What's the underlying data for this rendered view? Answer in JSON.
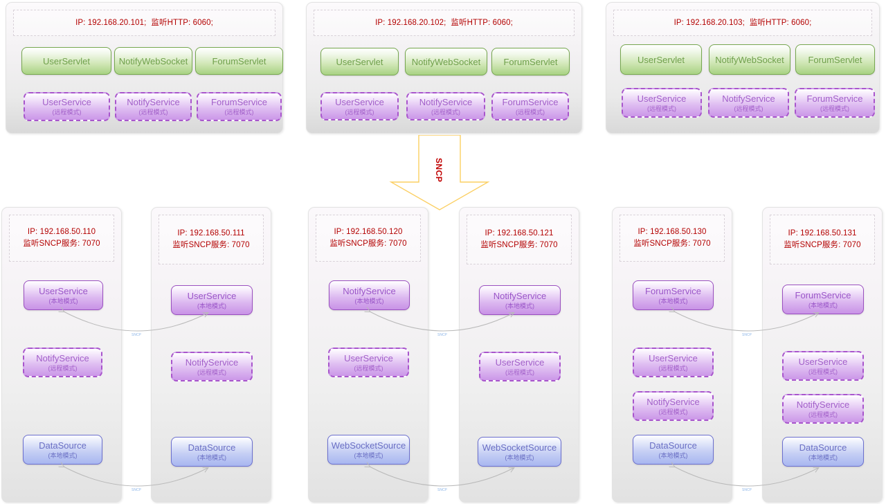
{
  "diagram": {
    "protocol_label": "SNCP",
    "link_label": "SNCP",
    "colors": {
      "ip_text": "#b30000",
      "servlet": "#6fa04b",
      "service": "#9a55c8",
      "datasource": "#6a6fc4",
      "arrow": "#ffd966",
      "link": "#b9b9b9"
    }
  },
  "web_tier": [
    {
      "ip": "IP: 192.168.20.101;",
      "port": "监听HTTP: 6060;",
      "servlets": [
        {
          "name": "UserServlet"
        },
        {
          "name": "NotifyWebSocket"
        },
        {
          "name": "ForumServlet"
        }
      ],
      "services": [
        {
          "name": "UserService",
          "mode": "(远程模式)"
        },
        {
          "name": "NotifyService",
          "mode": "(远程模式)"
        },
        {
          "name": "ForumService",
          "mode": "(远程模式)"
        }
      ]
    },
    {
      "ip": "IP: 192.168.20.102;",
      "port": "监听HTTP: 6060;",
      "servlets": [
        {
          "name": "UserServlet"
        },
        {
          "name": "NotifyWebSocket"
        },
        {
          "name": "ForumServlet"
        }
      ],
      "services": [
        {
          "name": "UserService",
          "mode": "(远程模式)"
        },
        {
          "name": "NotifyService",
          "mode": "(远程模式)"
        },
        {
          "name": "ForumService",
          "mode": "(远程模式)"
        }
      ]
    },
    {
      "ip": "IP: 192.168.20.103;",
      "port": "监听HTTP: 6060;",
      "servlets": [
        {
          "name": "UserServlet"
        },
        {
          "name": "NotifyWebSocket"
        },
        {
          "name": "ForumServlet"
        }
      ],
      "services": [
        {
          "name": "UserService",
          "mode": "(远程模式)"
        },
        {
          "name": "NotifyService",
          "mode": "(远程模式)"
        },
        {
          "name": "ForumService",
          "mode": "(远程模式)"
        }
      ]
    }
  ],
  "service_tier": [
    {
      "ip": "IP: 192.168.50.110",
      "port": "监听SNCP服务: 7070",
      "nodes": [
        {
          "name": "UserService",
          "mode": "(本地模式)",
          "style": "purple-solid"
        },
        {
          "name": "NotifyService",
          "mode": "(远程模式)",
          "style": "purple-dashed"
        },
        {
          "name": "DataSource",
          "mode": "(本地模式)",
          "style": "blue"
        }
      ]
    },
    {
      "ip": "IP: 192.168.50.111",
      "port": "监听SNCP服务: 7070",
      "nodes": [
        {
          "name": "UserService",
          "mode": "(本地模式)",
          "style": "purple-solid"
        },
        {
          "name": "NotifyService",
          "mode": "(远程模式)",
          "style": "purple-dashed"
        },
        {
          "name": "DataSource",
          "mode": "(本地模式)",
          "style": "blue"
        }
      ]
    },
    {
      "ip": "IP: 192.168.50.120",
      "port": "监听SNCP服务: 7070",
      "nodes": [
        {
          "name": "NotifyService",
          "mode": "(本地模式)",
          "style": "purple-solid"
        },
        {
          "name": "UserService",
          "mode": "(远程模式)",
          "style": "purple-dashed"
        },
        {
          "name": "WebSocketSource",
          "mode": "(本地模式)",
          "style": "blue"
        }
      ]
    },
    {
      "ip": "IP: 192.168.50.121",
      "port": "监听SNCP服务: 7070",
      "nodes": [
        {
          "name": "NotifyService",
          "mode": "(本地模式)",
          "style": "purple-solid"
        },
        {
          "name": "UserService",
          "mode": "(远程模式)",
          "style": "purple-dashed"
        },
        {
          "name": "WebSocketSource",
          "mode": "(本地模式)",
          "style": "blue"
        }
      ]
    },
    {
      "ip": "IP: 192.168.50.130",
      "port": "监听SNCP服务: 7070",
      "nodes": [
        {
          "name": "ForumService",
          "mode": "(本地模式)",
          "style": "purple-solid"
        },
        {
          "name": "UserService",
          "mode": "(远程模式)",
          "style": "purple-dashed"
        },
        {
          "name": "NotifyService",
          "mode": "(远程模式)",
          "style": "purple-dashed"
        },
        {
          "name": "DataSource",
          "mode": "(本地模式)",
          "style": "blue"
        }
      ]
    },
    {
      "ip": "IP: 192.168.50.131",
      "port": "监听SNCP服务: 7070",
      "nodes": [
        {
          "name": "ForumService",
          "mode": "(本地模式)",
          "style": "purple-solid"
        },
        {
          "name": "UserService",
          "mode": "(远程模式)",
          "style": "purple-dashed"
        },
        {
          "name": "NotifyService",
          "mode": "(远程模式)",
          "style": "purple-dashed"
        },
        {
          "name": "DataSource",
          "mode": "(本地模式)",
          "style": "blue"
        }
      ]
    }
  ]
}
